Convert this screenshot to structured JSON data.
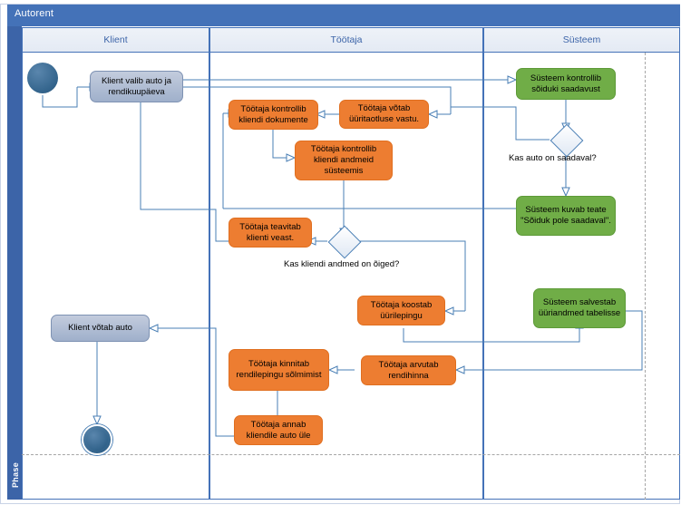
{
  "diagram": {
    "title": "Autorent",
    "phase_label": "Phase",
    "lanes": [
      {
        "id": "klient",
        "label": "Klient"
      },
      {
        "id": "tootaja",
        "label": "Töötaja"
      },
      {
        "id": "susteem",
        "label": "Süsteem"
      }
    ],
    "colors": {
      "title_bar": "#4472b8",
      "phase_band": "#3c64a8",
      "lane_border": "#4472b8",
      "lane_header_text": "#3c64a8",
      "orange_node": "#ed7d31",
      "green_node": "#70ad47",
      "bluegrey_node": "#9fb0cb",
      "connector": "#4a7fb5",
      "start_end_node": "#33648c",
      "page_break_guide": "#a6a6a6"
    },
    "nodes": [
      {
        "id": "start",
        "lane": "klient",
        "type": "start",
        "label": ""
      },
      {
        "id": "n1",
        "lane": "klient",
        "type": "activity",
        "style": "bluegrey",
        "label": "Klient valib auto ja rendikuupäeva"
      },
      {
        "id": "n2",
        "lane": "susteem",
        "type": "activity",
        "style": "green",
        "label": "Süsteem kontrollib sõiduki saadavust"
      },
      {
        "id": "d1",
        "lane": "susteem",
        "type": "decision",
        "label": ""
      },
      {
        "id": "d1lbl",
        "lane": "susteem",
        "type": "label",
        "label": "Kas auto on saadaval?"
      },
      {
        "id": "n3",
        "lane": "susteem",
        "type": "activity",
        "style": "green",
        "label": "Süsteem kuvab teate \"Sõiduk pole saadaval\"."
      },
      {
        "id": "n4",
        "lane": "tootaja",
        "type": "activity",
        "style": "orange",
        "label": "Töötaja võtab üüritaotluse vastu."
      },
      {
        "id": "n5",
        "lane": "tootaja",
        "type": "activity",
        "style": "orange",
        "label": "Töötaja kontrollib kliendi dokumente"
      },
      {
        "id": "n6",
        "lane": "tootaja",
        "type": "activity",
        "style": "orange",
        "label": "Töötaja kontrollib kliendi andmeid süsteemis"
      },
      {
        "id": "d2",
        "lane": "tootaja",
        "type": "decision",
        "label": ""
      },
      {
        "id": "d2lbl",
        "lane": "tootaja",
        "type": "label",
        "label": "Kas kliendi andmed on õiged?"
      },
      {
        "id": "n7",
        "lane": "tootaja",
        "type": "activity",
        "style": "orange",
        "label": "Töötaja teavitab klienti veast."
      },
      {
        "id": "n8",
        "lane": "tootaja",
        "type": "activity",
        "style": "orange",
        "label": "Töötaja koostab üürilepingu"
      },
      {
        "id": "n9",
        "lane": "susteem",
        "type": "activity",
        "style": "green",
        "label": "Süsteem salvestab üüriandmed tabelisse"
      },
      {
        "id": "n10",
        "lane": "tootaja",
        "type": "activity",
        "style": "orange",
        "label": "Töötaja arvutab rendihinna"
      },
      {
        "id": "n11",
        "lane": "tootaja",
        "type": "activity",
        "style": "orange",
        "label": "Töötaja kinnitab rendilepingu sõlmimist"
      },
      {
        "id": "n12",
        "lane": "tootaja",
        "type": "activity",
        "style": "orange",
        "label": "Töötaja annab kliendile auto üle"
      },
      {
        "id": "n13",
        "lane": "klient",
        "type": "activity",
        "style": "bluegrey",
        "label": "Klient võtab auto"
      },
      {
        "id": "end",
        "lane": "klient",
        "type": "end",
        "label": ""
      }
    ]
  }
}
